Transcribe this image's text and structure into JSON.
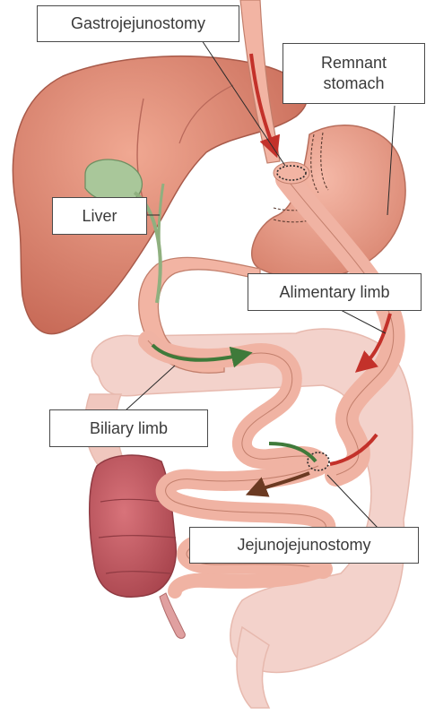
{
  "labels": {
    "gastrojejunostomy": "Gastrojejunostomy",
    "remnant_stomach": "Remnant\nstomach",
    "liver": "Liver",
    "alimentary_limb": "Alimentary limb",
    "biliary_limb": "Biliary limb",
    "jejunojejunostomy": "Jejunojejunostomy"
  },
  "colors": {
    "organ_pink": "#e39886",
    "colon_light": "#f3d2cb",
    "cecum_dark": "#c4575f",
    "food_arrow": "#c3312a",
    "bile_arrow": "#3f7a3a",
    "mixed_arrow": "#6b3a22",
    "gallbladder": "#a9c79a"
  }
}
